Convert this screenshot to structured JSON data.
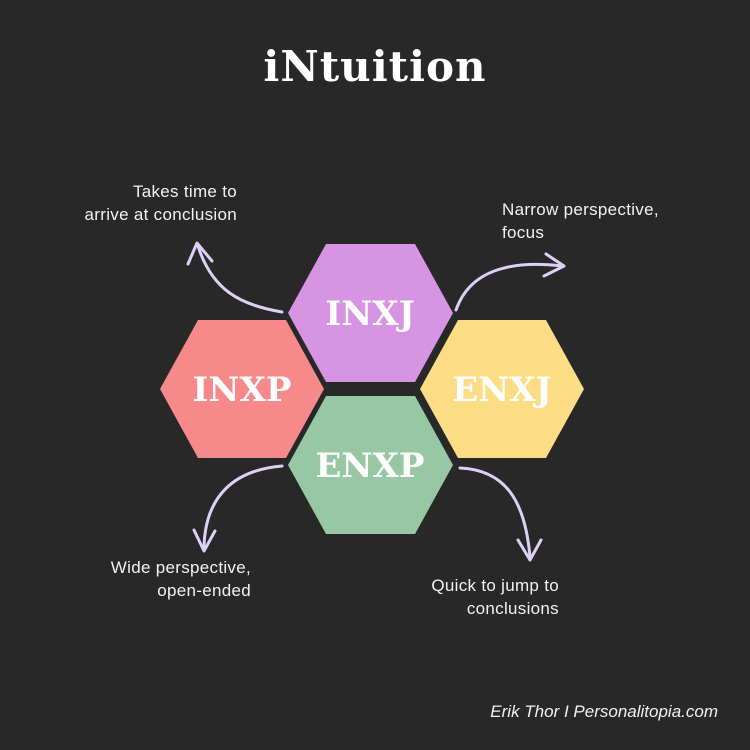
{
  "title": "iNtuition",
  "hexagons": [
    {
      "id": "inxj",
      "label": "INXJ",
      "color": "#d794e2"
    },
    {
      "id": "inxp",
      "label": "INXP",
      "color": "#f7898a"
    },
    {
      "id": "enxj",
      "label": "ENXJ",
      "color": "#fcdc85"
    },
    {
      "id": "enxp",
      "label": "ENXP",
      "color": "#97c8a3"
    }
  ],
  "annotations": {
    "top_left": {
      "line1": "Takes time to",
      "line2": "arrive at conclusion"
    },
    "top_right": {
      "line1": "Narrow perspective,",
      "line2": "focus"
    },
    "bottom_left": {
      "line1": "Wide perspective,",
      "line2": "open-ended"
    },
    "bottom_right": {
      "line1": "Quick to jump to",
      "line2": "conclusions"
    }
  },
  "arrow_color": "#ddd0f5",
  "footer": "Erik Thor I Personalitopia.com"
}
